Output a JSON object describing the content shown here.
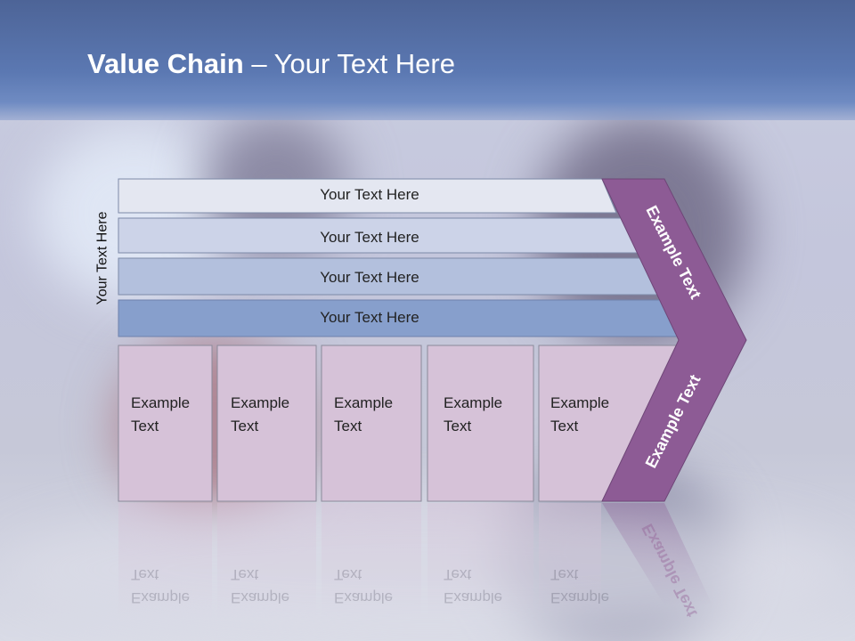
{
  "title": {
    "bold": "Value Chain",
    "rest": " – Your Text Here"
  },
  "side_label": "Your Text Here",
  "rows": [
    {
      "label": "Your Text Here",
      "fill": "#e4e7f1"
    },
    {
      "label": "Your Text Here",
      "fill": "#ccd3e8"
    },
    {
      "label": "Your Text Here",
      "fill": "#b3c0dd"
    },
    {
      "label": "Your Text Here",
      "fill": "#879fcc"
    }
  ],
  "boxes": [
    {
      "label": "Example\nText"
    },
    {
      "label": "Example\nText"
    },
    {
      "label": "Example\nText"
    },
    {
      "label": "Example\nText"
    },
    {
      "label": "Example\nText"
    }
  ],
  "arrow": {
    "upper_label": "Example Text",
    "lower_label": "Example Text",
    "color": "#8d5b95"
  },
  "colors": {
    "header": "#5b78b2",
    "box_fill": "#d6c2d8",
    "arrow": "#8d5b95"
  }
}
